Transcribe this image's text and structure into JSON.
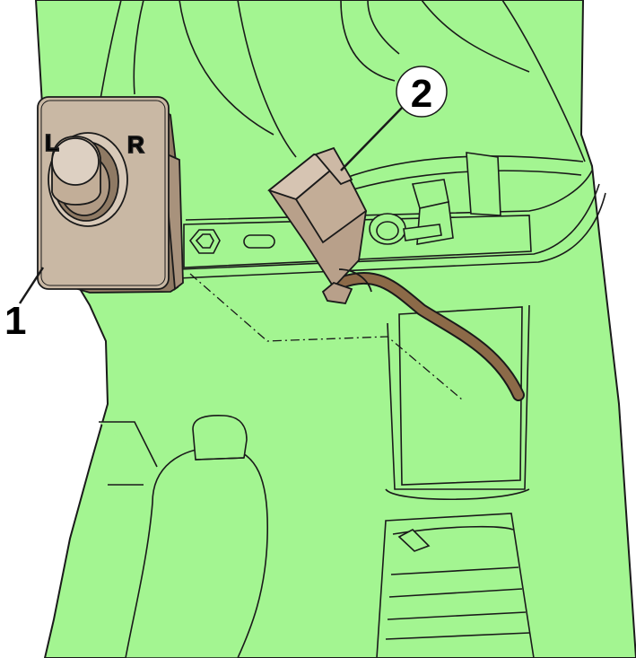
{
  "diagram": {
    "colors": {
      "panel": "#a3f591",
      "line": "#1a1a1a",
      "switch_body": "#c9b8a4",
      "switch_shade": "#8f7a64",
      "connector": "#b8a08a",
      "cable": "#8c6a48",
      "callout_fill": "#ffffff"
    },
    "switch_letters": {
      "left": "L",
      "right": "R"
    },
    "callouts": [
      {
        "number": "1",
        "target": "mirror-adjust-switch"
      },
      {
        "number": "2",
        "target": "wiring-connector"
      }
    ]
  }
}
